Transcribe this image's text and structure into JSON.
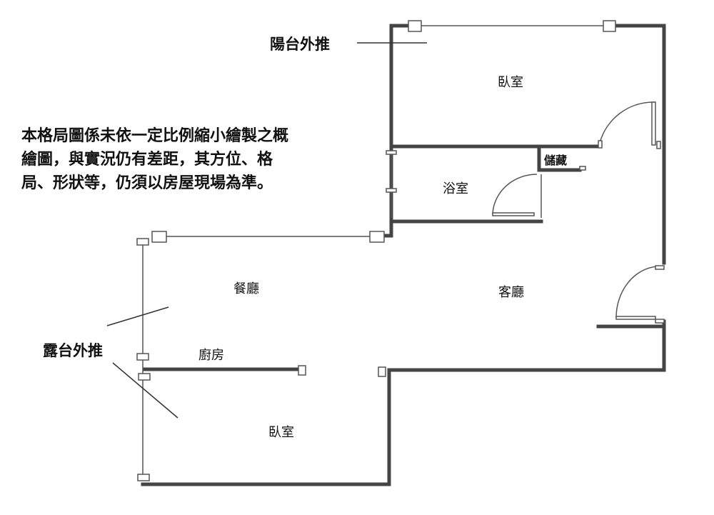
{
  "annotations": {
    "balcony_push_out": "陽台外推",
    "terrace_push_out": "露台外推"
  },
  "disclaimer_lines": [
    "本格局圖係未依一定比例縮小繪製之概",
    "繪圖，與實況仍有差距，其方位、格",
    "局、形狀等，仍須以房屋現場為準。"
  ],
  "rooms": {
    "bedroom_top": "臥室",
    "storage": "儲藏",
    "bathroom": "浴室",
    "dining": "餐廳",
    "living": "客廳",
    "kitchen": "廚房",
    "bedroom_bottom": "臥室"
  },
  "colors": {
    "wall": "#444444",
    "thin": "#555555"
  }
}
